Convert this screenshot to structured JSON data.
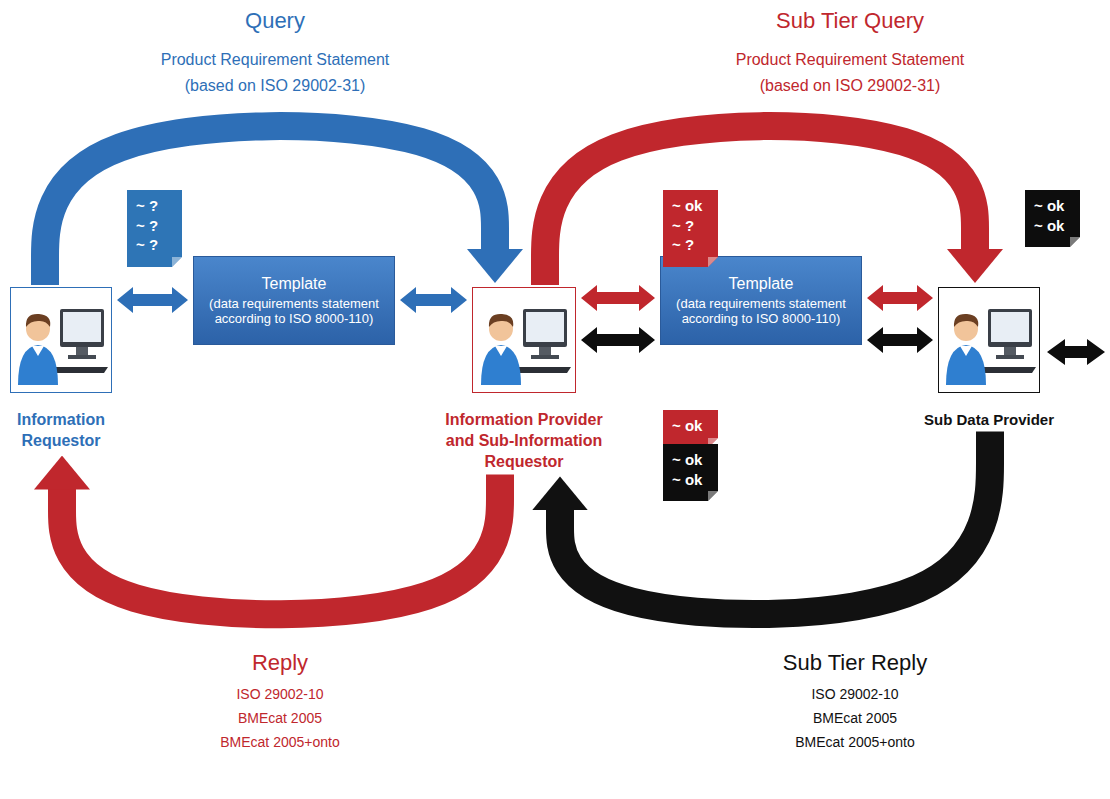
{
  "diagram": {
    "nodes": [
      {
        "text": [
          "Information Requestor"
        ]
      },
      {
        "text": [
          "Template",
          "(data requirements statement according to ISO 8000-110)"
        ]
      },
      {
        "text": [
          "Information Provider and Sub-Information Requestor"
        ]
      },
      {
        "text": [
          "Template",
          "(data requirements statement according to ISO 8000-110)"
        ]
      },
      {
        "text": [
          "Sub Data Provider"
        ]
      },
      {
        "text": [
          "~ ?",
          "~ ?",
          "~ ?"
        ]
      },
      {
        "text": [
          "~ ok",
          "~ ?",
          "~ ?"
        ]
      },
      {
        "text": [
          "~ ok",
          "~ ok"
        ]
      },
      {
        "text": [
          "~ ok"
        ]
      },
      {
        "text": [
          "~ ok",
          "~ ok"
        ]
      }
    ],
    "edges": [
      {
        "from": 0,
        "to": 2,
        "arrow": "to",
        "label": "Query"
      },
      {
        "from": 2,
        "to": 4,
        "arrow": "to",
        "label": "Sub Tier Query"
      },
      {
        "from": 2,
        "to": 0,
        "arrow": "to",
        "label": "Reply"
      },
      {
        "from": 4,
        "to": 2,
        "arrow": "to",
        "label": "Sub Tier Reply"
      },
      {
        "from": 0,
        "to": 1,
        "arrow": "both"
      },
      {
        "from": 1,
        "to": 2,
        "arrow": "both"
      },
      {
        "from": 2,
        "to": 3,
        "arrow": "both"
      },
      {
        "from": 2,
        "to": 3,
        "arrow": "both"
      },
      {
        "from": 3,
        "to": 4,
        "arrow": "both"
      },
      {
        "from": 3,
        "to": 4,
        "arrow": "both"
      }
    ],
    "labels": [
      "Product Requirement Statement",
      "(based on ISO 29002-31)",
      "Product Requirement Statement",
      "(based on ISO 29002-31)",
      "ISO 29002-10",
      "BMEcat 2005",
      "BMEcat 2005+onto",
      "ISO 29002-10",
      "BMEcat 2005",
      "BMEcat 2005+onto"
    ]
  }
}
